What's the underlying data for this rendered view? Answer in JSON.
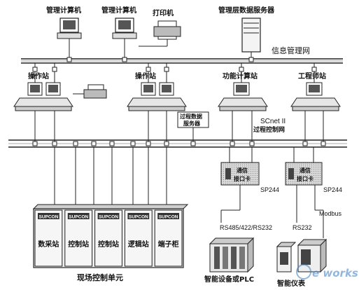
{
  "top": {
    "pc1": "管理计算机",
    "pc2": "管理计算机",
    "printer": "打印机",
    "server": "管理层数据服务器",
    "net": "信息管理网"
  },
  "stations": {
    "op1": "操作站",
    "op2": "操作站",
    "func": "功能计算站",
    "eng": "工程师站"
  },
  "process_server": [
    "过程数据",
    "服务器"
  ],
  "control_net": [
    "SCnet II",
    "过程控制网"
  ],
  "gateways": [
    {
      "label": [
        "通信",
        "接口卡"
      ],
      "model": "SP244"
    },
    {
      "label": [
        "通信",
        "接口卡"
      ],
      "model": "SP244"
    }
  ],
  "protocols": {
    "rs1": "RS485/422/RS232",
    "rs2": "RS232",
    "modbus": "Modbus"
  },
  "cabinets": {
    "brand": "SUPCON",
    "names": [
      "数采站",
      "控制站",
      "控制站",
      "逻辑站",
      "端子柜"
    ],
    "caption": "现场控制单元"
  },
  "devices": {
    "plc": "智能设备或PLC",
    "meter": "智能仪表"
  },
  "watermark": "e works"
}
